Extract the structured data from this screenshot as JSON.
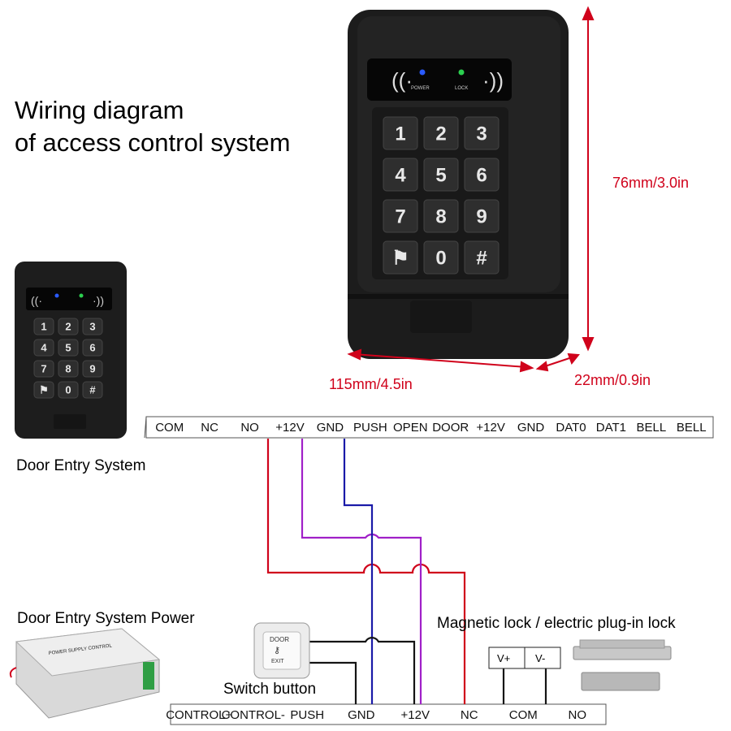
{
  "title": {
    "line1": "Wiring diagram",
    "line2": "of access control system"
  },
  "dimensions": {
    "height": "76mm/3.0in",
    "width": "115mm/4.5in",
    "depth": "22mm/0.9in"
  },
  "device": {
    "keys": [
      "1",
      "2",
      "3",
      "4",
      "5",
      "6",
      "7",
      "8",
      "9",
      "⚑",
      "0",
      "#"
    ],
    "power_label": "POWER",
    "lock_label": "LOCK",
    "caption": "Door Entry System"
  },
  "top_terminal": {
    "labels": [
      "COM",
      "NC",
      "NO",
      "+12V",
      "GND",
      "PUSH",
      "OPEN",
      "DOOR",
      "+12V",
      "GND",
      "DAT0",
      "DAT1",
      "BELL",
      "BELL"
    ]
  },
  "power_supply": {
    "caption": "Door Entry System Power",
    "label": "POWER SUPPLY CONTROL"
  },
  "switch": {
    "caption": "Switch button",
    "door_text": "DOOR",
    "exit_text": "EXIT"
  },
  "lock": {
    "caption": "Magnetic lock / electric plug-in lock",
    "v_plus": "V+",
    "v_minus": "V-"
  },
  "bottom_terminal": {
    "labels": [
      "CONTROL+",
      "CONTROL-",
      "PUSH",
      "GND",
      "+12V",
      "NC",
      "COM",
      "NO"
    ]
  },
  "colors": {
    "red": "#d0021b",
    "purple": "#a020c8",
    "blue": "#1a1aa8",
    "dark": "#141414"
  }
}
